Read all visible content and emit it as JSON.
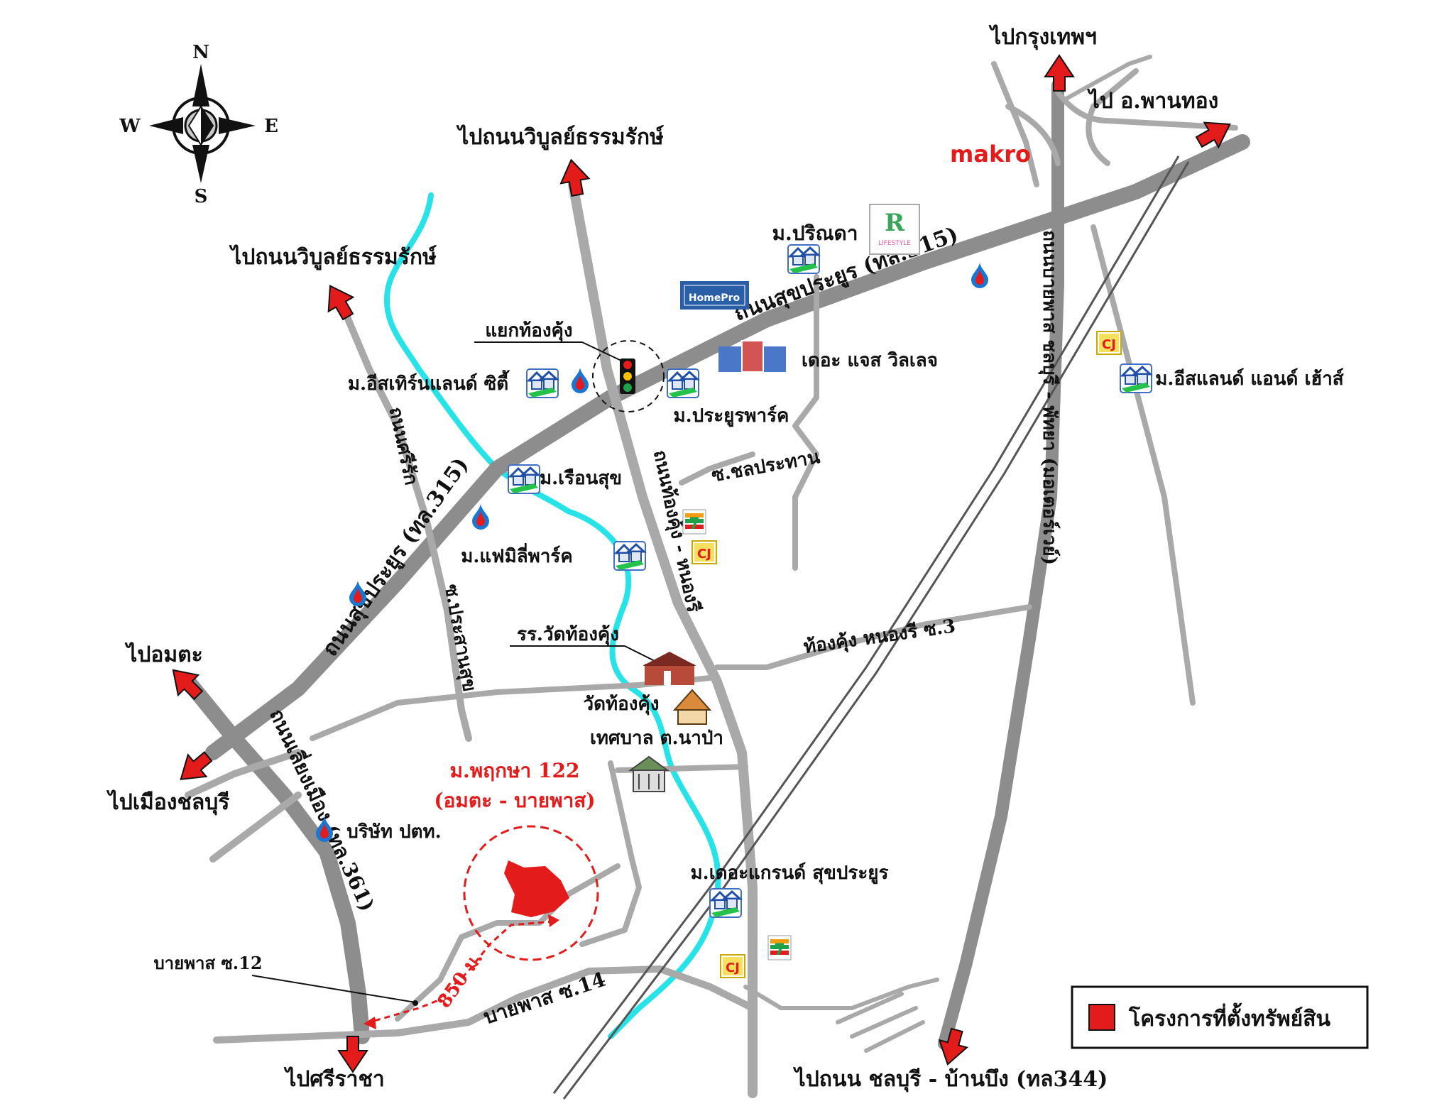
{
  "compass": {
    "n": "N",
    "s": "S",
    "e": "E",
    "w": "W"
  },
  "colors": {
    "road": "#a9a9a9",
    "river": "#27e3e8",
    "project": "#e31b1b",
    "label": "#111111",
    "makro": "#e31b1b",
    "homepro": "#2a5fa8"
  },
  "destinations": {
    "bangkok": "ไปกรุงเทพฯ",
    "phanthong": "ไป อ.พานทอง",
    "wiboon_top": "ไปถนนวิบูลย์ธรรมรักษ์",
    "wiboon_left": "ไปถนนวิบูลย์ธรรมรักษ์",
    "amata": "ไปอมตะ",
    "muang_chonburi": "ไปเมืองชลบุรี",
    "sriracha": "ไปศรีราชา",
    "chonburi_banbueng": "ไปถนน ชลบุรี - บ้านบึง (ทล344)"
  },
  "roads": {
    "sukprayoon_upper": "ถนนสุขประยูร (ทล.315)",
    "sukprayoon_lower": "ถนนสุขประยูร (ทล.315)",
    "motorway": "ถนนบายพาส ชลบุรี - พัทยา (มอเตอร์เวย์)",
    "sriracha_rd": "ถนนศรีรัก",
    "sor_prasan": "ซ.ประสานสุข",
    "nongri_rd": "ถนนท้องคุ้ง - หนองรี",
    "chonprathan": "ซ.ชลประทาน",
    "tongkung_nongri_3": "ท้องคุ้ง หนองรี ซ.3",
    "bypass_muang": "ถนนเลี่ยงเมือง (ทล.361)",
    "bypass_12": "บายพาส ซ.12",
    "bypass_14": "บายพาส ซ.14"
  },
  "places": {
    "makro": "makro",
    "homepro": "HomePro",
    "lifestyle": "LIFESTYLE",
    "parinda": "ม.ปริณดา",
    "yaek_tongkung": "แยกท้องคุ้ง",
    "eastern_land": "ม.อีสเทิร์นแลนด์ ซิตี้",
    "prayoon_park": "ม.ประยูรพาร์ค",
    "the_jazz": "เดอะ แจส วิลเลจ",
    "east_land_house": "ม.อีสแลนด์ แอนด์ เฮ้าส์",
    "ruen_suk": "ม.เรือนสุข",
    "family_park": "ม.แฟมิลี่พาร์ค",
    "school": "รร.วัดท้องคุ้ง",
    "temple": "วัดท้องคุ้ง",
    "municipality": "เทศบาล ต.นาป่า",
    "ptt": "บริษัท ปตท.",
    "grand": "ม.เดอะแกรนด์ สุขประยูร",
    "seven": "7",
    "cj": "CJ"
  },
  "project": {
    "name": "ม.พฤกษา 122",
    "sub": "(อมตะ - บายพาส)",
    "distance": "850 ม."
  },
  "legend": {
    "label": "โครงการที่ตั้งทรัพย์สิน"
  }
}
